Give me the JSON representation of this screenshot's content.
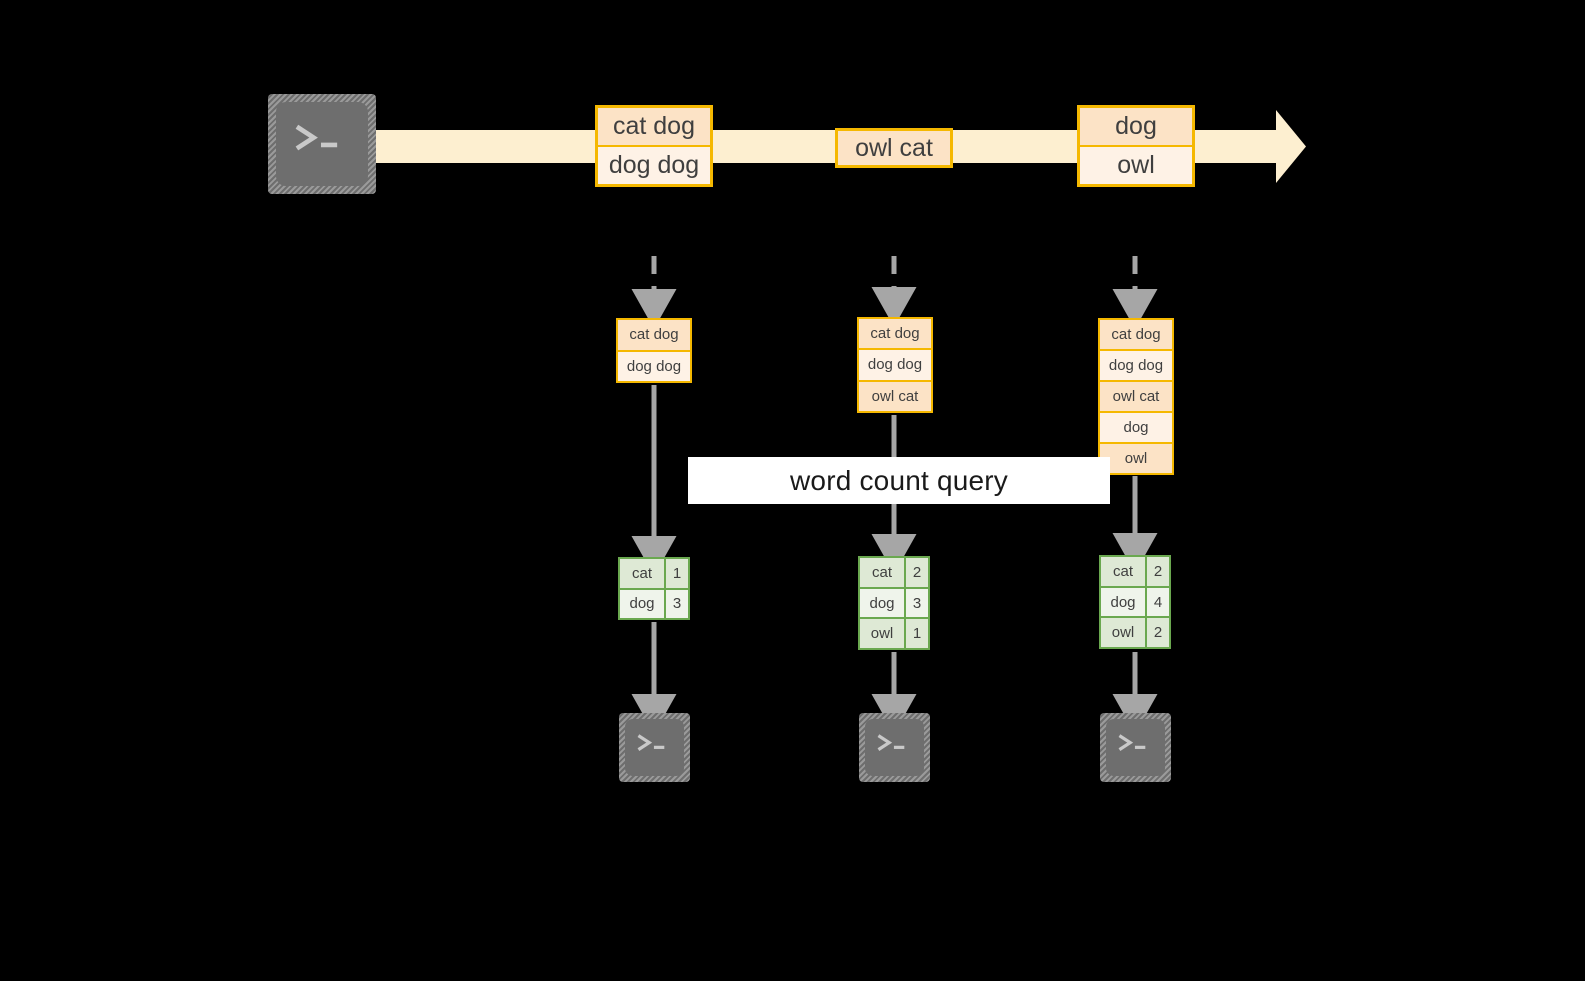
{
  "diagram": {
    "title_label": "word count query",
    "colors": {
      "stream_fill": "#FDEFD0",
      "stream_border": "#F5B800",
      "msg_border": "#F5B800",
      "msg_fill_dark": "#FCE3C6",
      "msg_fill_light": "#FEF2E6",
      "table_border": "#6AA84F",
      "table_fill_dark": "#DEE9D5",
      "table_fill_light": "#EFF4EB",
      "arrow_gray": "#A6A6A6",
      "icon_gray": "#6E6E6E",
      "background": "#000000",
      "label_bg": "#FFFFFF",
      "label_text": "#1A1A1A"
    },
    "producer": {
      "icon": "terminal-icon"
    },
    "stream": {
      "name": "event-stream-arrow",
      "batches": [
        {
          "name": "stream-batch-1",
          "rows": [
            {
              "text": "cat dog",
              "shade": "dark"
            },
            {
              "text": "dog dog",
              "shade": "light"
            }
          ]
        },
        {
          "name": "stream-batch-2",
          "rows": [
            {
              "text": "owl cat",
              "shade": "dark"
            }
          ]
        },
        {
          "name": "stream-batch-3",
          "rows": [
            {
              "text": "dog",
              "shade": "dark"
            },
            {
              "text": "owl",
              "shade": "light"
            }
          ]
        }
      ]
    },
    "snapshots": [
      {
        "name": "snapshot-1",
        "rows": [
          {
            "text": "cat dog",
            "shade": "dark"
          },
          {
            "text": "dog dog",
            "shade": "light"
          }
        ],
        "result": {
          "name": "word-count-result-1",
          "rows": [
            {
              "word": "cat",
              "count": "1",
              "shade": "dark"
            },
            {
              "word": "dog",
              "count": "3",
              "shade": "light"
            }
          ]
        },
        "consumer": {
          "icon": "terminal-icon"
        }
      },
      {
        "name": "snapshot-2",
        "rows": [
          {
            "text": "cat dog",
            "shade": "dark"
          },
          {
            "text": "dog dog",
            "shade": "light"
          },
          {
            "text": "owl cat",
            "shade": "dark"
          }
        ],
        "result": {
          "name": "word-count-result-2",
          "rows": [
            {
              "word": "cat",
              "count": "2",
              "shade": "dark"
            },
            {
              "word": "dog",
              "count": "3",
              "shade": "light"
            },
            {
              "word": "owl",
              "count": "1",
              "shade": "dark"
            }
          ]
        },
        "consumer": {
          "icon": "terminal-icon"
        }
      },
      {
        "name": "snapshot-3",
        "rows": [
          {
            "text": "cat dog",
            "shade": "dark"
          },
          {
            "text": "dog dog",
            "shade": "light"
          },
          {
            "text": "owl cat",
            "shade": "dark"
          },
          {
            "text": "dog",
            "shade": "light"
          },
          {
            "text": "owl",
            "shade": "dark"
          }
        ],
        "result": {
          "name": "word-count-result-3",
          "rows": [
            {
              "word": "cat",
              "count": "2",
              "shade": "dark"
            },
            {
              "word": "dog",
              "count": "4",
              "shade": "light"
            },
            {
              "word": "owl",
              "count": "2",
              "shade": "dark"
            }
          ]
        },
        "consumer": {
          "icon": "terminal-icon"
        }
      }
    ]
  }
}
